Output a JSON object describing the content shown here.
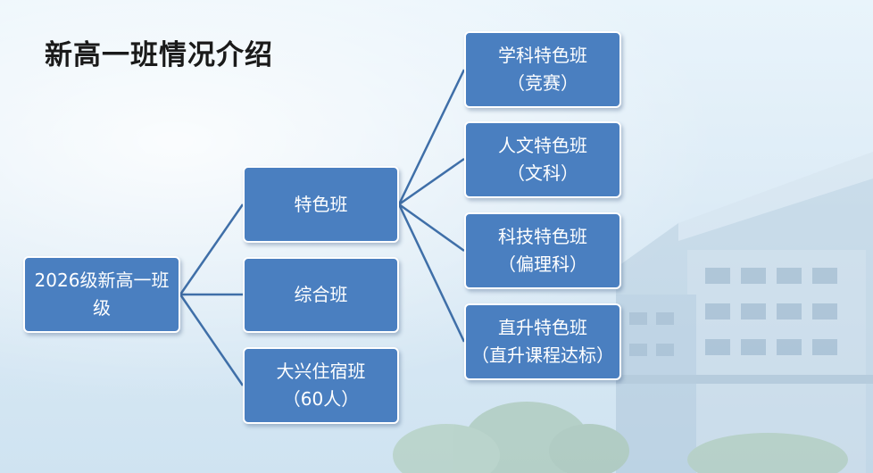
{
  "title": "新高一班情况介绍",
  "root": {
    "lines": [
      "2026级新高一班",
      "级"
    ]
  },
  "level1": [
    {
      "id": "tese",
      "lines": [
        "特色班"
      ]
    },
    {
      "id": "zonghe",
      "lines": [
        "综合班"
      ]
    },
    {
      "id": "daxing",
      "lines": [
        "大兴住宿班",
        "（60人）"
      ]
    }
  ],
  "level2": [
    {
      "id": "xueke",
      "lines": [
        "学科特色班",
        "（竞赛）"
      ]
    },
    {
      "id": "renwen",
      "lines": [
        "人文特色班",
        "（文科）"
      ]
    },
    {
      "id": "keji",
      "lines": [
        "科技特色班",
        "（偏理科）"
      ]
    },
    {
      "id": "zhisheng",
      "lines": [
        "直升特色班",
        "（直升课程达标）"
      ]
    }
  ],
  "colors": {
    "node_fill": "#4a7fc0",
    "node_border": "#ffffff",
    "connector": "#3f6fa8"
  }
}
